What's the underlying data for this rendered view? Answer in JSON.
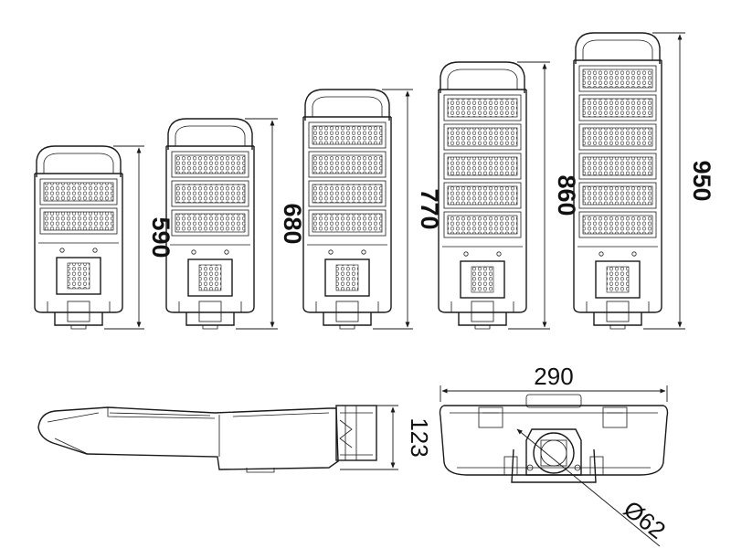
{
  "lamps": [
    {
      "id": "lamp-590",
      "label": "590",
      "modules": 2
    },
    {
      "id": "lamp-680",
      "label": "680",
      "modules": 3
    },
    {
      "id": "lamp-770",
      "label": "770",
      "modules": 4
    },
    {
      "id": "lamp-860",
      "label": "860",
      "modules": 5
    },
    {
      "id": "lamp-950",
      "label": "950",
      "modules": 6
    }
  ],
  "side_view": {
    "height_label": "123"
  },
  "end_view": {
    "width_label": "290",
    "diameter_label": "Ø62"
  }
}
